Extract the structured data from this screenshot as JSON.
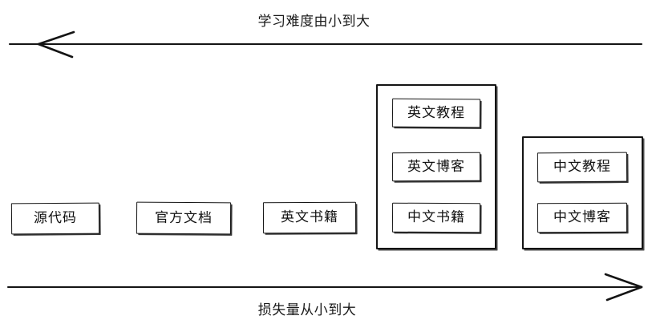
{
  "diagram": {
    "top_axis": {
      "label": "学习难度由小到大",
      "direction": "left",
      "arrow_icon": "arrow-left-icon"
    },
    "bottom_axis": {
      "label": "损失量从小到大",
      "direction": "right",
      "arrow_icon": "arrow-right-icon"
    },
    "standalone_nodes": [
      {
        "label": "源代码"
      },
      {
        "label": "官方文档"
      },
      {
        "label": "英文书籍"
      }
    ],
    "groups": [
      {
        "name": "group-1",
        "items": [
          {
            "label": "英文教程"
          },
          {
            "label": "英文博客"
          },
          {
            "label": "中文书籍"
          }
        ]
      },
      {
        "name": "group-2",
        "items": [
          {
            "label": "中文教程"
          },
          {
            "label": "中文博客"
          }
        ]
      }
    ],
    "colors": {
      "stroke": "#141414",
      "text": "#111111",
      "background": "#ffffff"
    }
  }
}
